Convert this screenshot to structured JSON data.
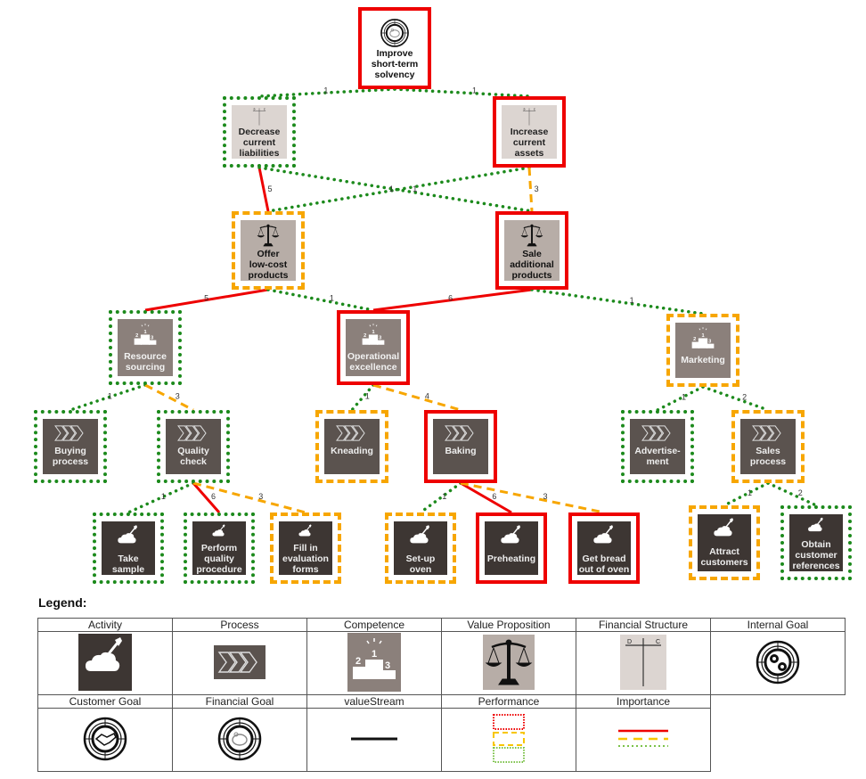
{
  "colors": {
    "high": "#ee0000",
    "medium": "#f7a600",
    "low": "#1c8a1c"
  },
  "nodes": [
    {
      "id": "improve",
      "type": "goal",
      "icon": "financial-goal-icon",
      "performance": "red",
      "label": "Improve\nshort-term\nsolvency"
    },
    {
      "id": "decrease",
      "type": "fin",
      "icon": "financial-structure-icon",
      "performance": "green",
      "label": "Decrease\ncurrent\nliabilities"
    },
    {
      "id": "increase",
      "type": "fin",
      "icon": "financial-structure-icon",
      "performance": "red",
      "label": "Increase\ncurrent\nassets"
    },
    {
      "id": "offer",
      "type": "vp",
      "icon": "scales-icon",
      "performance": "orange",
      "label": "Offer\nlow-cost\nproducts"
    },
    {
      "id": "sale",
      "type": "vp",
      "icon": "scales-icon",
      "performance": "red",
      "label": "Sale\nadditional\nproducts"
    },
    {
      "id": "resource",
      "type": "comp",
      "icon": "podium-icon",
      "performance": "green",
      "label": "Resource\nsourcing"
    },
    {
      "id": "opex",
      "type": "comp",
      "icon": "podium-icon",
      "performance": "red",
      "label": "Operational\nexcellence"
    },
    {
      "id": "marketing",
      "type": "comp",
      "icon": "podium-icon",
      "performance": "orange",
      "label": "Marketing"
    },
    {
      "id": "buying",
      "type": "proc",
      "icon": "chevrons-icon",
      "performance": "green",
      "label": "Buying\nprocess"
    },
    {
      "id": "quality",
      "type": "proc",
      "icon": "chevrons-icon",
      "performance": "green",
      "label": "Quality\ncheck"
    },
    {
      "id": "kneading",
      "type": "proc",
      "icon": "chevrons-icon",
      "performance": "orange",
      "label": "Kneading"
    },
    {
      "id": "baking",
      "type": "proc",
      "icon": "chevrons-icon",
      "performance": "red",
      "label": "Baking"
    },
    {
      "id": "advert",
      "type": "proc",
      "icon": "chevrons-icon",
      "performance": "green",
      "label": "Advertise-\nment"
    },
    {
      "id": "sales",
      "type": "proc",
      "icon": "chevrons-icon",
      "performance": "orange",
      "label": "Sales\nprocess"
    },
    {
      "id": "take",
      "type": "act",
      "icon": "shovel-icon",
      "performance": "green",
      "label": "Take\nsample"
    },
    {
      "id": "perform",
      "type": "act",
      "icon": "shovel-icon",
      "performance": "green",
      "label": "Perform\nquality\nprocedure"
    },
    {
      "id": "fill",
      "type": "act",
      "icon": "shovel-icon",
      "performance": "orange",
      "label": "Fill in\nevaluation\nforms"
    },
    {
      "id": "setup",
      "type": "act",
      "icon": "shovel-icon",
      "performance": "orange",
      "label": "Set-up\noven"
    },
    {
      "id": "preheat",
      "type": "act",
      "icon": "shovel-icon",
      "performance": "red",
      "label": "Preheating"
    },
    {
      "id": "getbread",
      "type": "act",
      "icon": "shovel-icon",
      "performance": "red",
      "label": "Get bread\nout of oven"
    },
    {
      "id": "attract",
      "type": "act",
      "icon": "shovel-icon",
      "performance": "orange",
      "label": "Attract\ncustomers"
    },
    {
      "id": "obtain",
      "type": "act",
      "icon": "shovel-icon",
      "performance": "green",
      "label": "Obtain\ncustomer\nreferences"
    }
  ],
  "edges": [
    {
      "from": "improve",
      "to": "decrease",
      "importance": "low",
      "label": "1"
    },
    {
      "from": "improve",
      "to": "increase",
      "importance": "low",
      "label": "1"
    },
    {
      "from": "decrease",
      "to": "offer",
      "importance": "high",
      "label": "5"
    },
    {
      "from": "decrease",
      "to": "sale",
      "importance": "low",
      "label": "1"
    },
    {
      "from": "increase",
      "to": "offer",
      "importance": "low",
      "label": "1"
    },
    {
      "from": "increase",
      "to": "sale",
      "importance": "medium",
      "label": "3"
    },
    {
      "from": "offer",
      "to": "resource",
      "importance": "high",
      "label": "5"
    },
    {
      "from": "offer",
      "to": "opex",
      "importance": "low",
      "label": "1"
    },
    {
      "from": "sale",
      "to": "opex",
      "importance": "high",
      "label": "6"
    },
    {
      "from": "sale",
      "to": "marketing",
      "importance": "low",
      "label": "1"
    },
    {
      "from": "resource",
      "to": "buying",
      "importance": "low",
      "label": "1"
    },
    {
      "from": "resource",
      "to": "quality",
      "importance": "medium",
      "label": "3"
    },
    {
      "from": "opex",
      "to": "kneading",
      "importance": "low",
      "label": "1"
    },
    {
      "from": "opex",
      "to": "baking",
      "importance": "medium",
      "label": "4"
    },
    {
      "from": "marketing",
      "to": "advert",
      "importance": "low",
      "label": "1"
    },
    {
      "from": "marketing",
      "to": "sales",
      "importance": "low",
      "label": "2"
    },
    {
      "from": "quality",
      "to": "take",
      "importance": "low",
      "label": "1"
    },
    {
      "from": "quality",
      "to": "perform",
      "importance": "high",
      "label": "6"
    },
    {
      "from": "quality",
      "to": "fill",
      "importance": "medium",
      "label": "3"
    },
    {
      "from": "baking",
      "to": "setup",
      "importance": "low",
      "label": "1"
    },
    {
      "from": "baking",
      "to": "preheat",
      "importance": "high",
      "label": "6"
    },
    {
      "from": "baking",
      "to": "getbread",
      "importance": "medium",
      "label": "3"
    },
    {
      "from": "sales",
      "to": "attract",
      "importance": "low",
      "label": "1"
    },
    {
      "from": "sales",
      "to": "obtain",
      "importance": "low",
      "label": "2"
    }
  ],
  "legend": {
    "title": "Legend:",
    "row1": [
      "Activity",
      "Process",
      "Competence",
      "Value Proposition",
      "Financial Structure",
      "Internal Goal"
    ],
    "row2": [
      "Customer Goal",
      "Financial Goal",
      "valueStream",
      "Performance",
      "Importance"
    ],
    "fin_debit": "D",
    "fin_credit": "C",
    "podium_numbers": [
      "1",
      "2",
      "3"
    ]
  }
}
